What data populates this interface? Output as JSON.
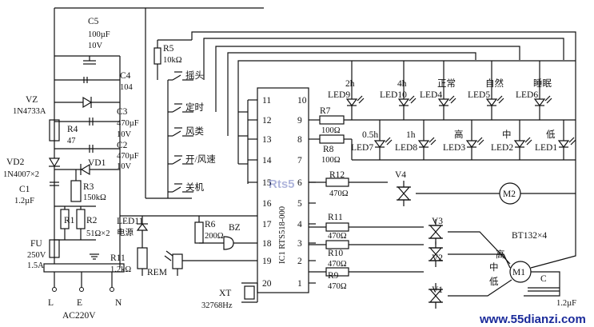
{
  "components": {
    "c5": [
      "C5",
      "100µF",
      "10V"
    ],
    "c4": [
      "C4",
      "104"
    ],
    "c3": [
      "C3",
      "470µF",
      "10V"
    ],
    "c2": [
      "C2",
      "470µF",
      "10V"
    ],
    "c1": [
      "C1",
      "1.2µF"
    ],
    "vz": [
      "VZ",
      "1N4733A"
    ],
    "r4": [
      "R4",
      "47"
    ],
    "vd2": [
      "VD2",
      "1N4007×2"
    ],
    "vd1": "VD1",
    "r3": [
      "R3",
      "150kΩ"
    ],
    "r1": "R1",
    "r2": [
      "R2",
      "51Ω×2"
    ],
    "fu": [
      "FU",
      "250V",
      "1.5A"
    ],
    "r5": [
      "R5",
      "10kΩ"
    ],
    "led11": [
      "LED11",
      "电源"
    ],
    "r6": [
      "R6",
      "200Ω"
    ],
    "bz": "BZ",
    "r11a": [
      "R11",
      "1.2kΩ"
    ],
    "rem": "REM",
    "xt": [
      "XT",
      "32768Hz"
    ],
    "r7": [
      "R7",
      "100Ω"
    ],
    "r8": [
      "R8",
      "100Ω"
    ],
    "r12": [
      "R12",
      "470Ω"
    ],
    "r11b": [
      "R11",
      "470Ω"
    ],
    "r10": [
      "R10",
      "470Ω"
    ],
    "r9": [
      "R9",
      "470Ω"
    ],
    "v4": "V4",
    "v3": "V3",
    "v2": "V2",
    "v1": "V1",
    "m2": "M2",
    "m1": "M1",
    "bt": "BT132×4",
    "cmotor": "C",
    "cmotor_val": "1.2µF",
    "ic": "IC1 RTS518-000"
  },
  "switches": [
    "摇头",
    "定时",
    "风类",
    "开/风速",
    "关机"
  ],
  "leds_top": [
    {
      "time": "2h",
      "name": "LED9"
    },
    {
      "time": "4h",
      "name": "LED10"
    },
    {
      "time": "正常",
      "name": "LED4"
    },
    {
      "time": "自然",
      "name": "LED5"
    },
    {
      "time": "睡眠",
      "name": "LED6"
    }
  ],
  "leds_bottom": [
    {
      "time": "0.5h",
      "name": "LED7"
    },
    {
      "time": "1h",
      "name": "LED8"
    },
    {
      "time": "高",
      "name": "LED3"
    },
    {
      "time": "中",
      "name": "LED2"
    },
    {
      "time": "低",
      "name": "LED1"
    }
  ],
  "ic_pins_left": [
    "11",
    "12",
    "13",
    "14",
    "15",
    "16",
    "17",
    "18",
    "19",
    "20"
  ],
  "ic_pins_right": [
    "10",
    "9",
    "8",
    "7",
    "6",
    "5",
    "4",
    "3",
    "2",
    "1"
  ],
  "motor_taps": {
    "high": "高",
    "mid": "中",
    "low": "低"
  },
  "mains": {
    "l": "L",
    "e": "E",
    "n": "N",
    "label": "AC220V"
  },
  "watermark": "www.55dianzi.com",
  "watermark_ic": "Rts5"
}
